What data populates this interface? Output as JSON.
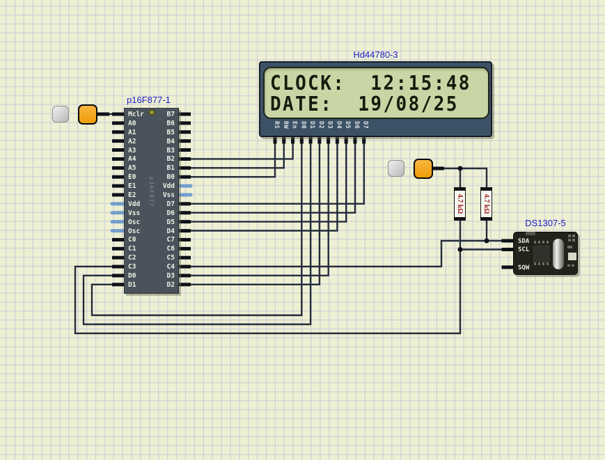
{
  "app": {
    "view": "schematic-canvas"
  },
  "colors": {
    "canvas_background": "#eef0d3",
    "grid_line": "#d3d5d5",
    "wire": "#242c3c",
    "component_ref_text": "#2222cb",
    "power_pin_stub": "#739ecd",
    "terminal_orange": "#f0a312",
    "lcd_body": "#3d5166",
    "lcd_screen": "#c9d5a5",
    "resistor_value_text": "#9e1818"
  },
  "pic": {
    "ref": "p16F877-1",
    "internal_label": "p16F877",
    "left_pins": [
      {
        "label": "Mclr"
      },
      {
        "label": "A0"
      },
      {
        "label": "A1"
      },
      {
        "label": "A2"
      },
      {
        "label": "A3"
      },
      {
        "label": "A4"
      },
      {
        "label": "A5"
      },
      {
        "label": "E0"
      },
      {
        "label": "E1"
      },
      {
        "label": "E2"
      },
      {
        "label": "Vdd",
        "cls": "blue"
      },
      {
        "label": "Vss",
        "cls": "blue"
      },
      {
        "label": "Osc",
        "cls": "blue"
      },
      {
        "label": "Osc",
        "cls": "blue"
      },
      {
        "label": "C0"
      },
      {
        "label": "C1"
      },
      {
        "label": "C2"
      },
      {
        "label": "C3"
      },
      {
        "label": "D0"
      },
      {
        "label": "D1"
      }
    ],
    "right_pins": [
      {
        "label": "B7"
      },
      {
        "label": "B6"
      },
      {
        "label": "B5"
      },
      {
        "label": "B4"
      },
      {
        "label": "B3"
      },
      {
        "label": "B2"
      },
      {
        "label": "B1"
      },
      {
        "label": "B0"
      },
      {
        "label": "Vdd",
        "cls": "blue"
      },
      {
        "label": "Vss",
        "cls": "blue"
      },
      {
        "label": "D7"
      },
      {
        "label": "D6"
      },
      {
        "label": "D5"
      },
      {
        "label": "D4"
      },
      {
        "label": "C7"
      },
      {
        "label": "C6"
      },
      {
        "label": "C5"
      },
      {
        "label": "C4"
      },
      {
        "label": "D3"
      },
      {
        "label": "D2"
      }
    ]
  },
  "lcd": {
    "ref": "Hd44780-3",
    "line1": "CLOCK:  12:15:48",
    "line2": "DATE:  19/08/25",
    "pins": [
      "RS",
      "RW",
      "En",
      "D0",
      "D1",
      "D2",
      "D3",
      "D4",
      "D5",
      "D6",
      "D7"
    ]
  },
  "rtc": {
    "ref": "DS1307-5",
    "pins": [
      "SDA",
      "SCL",
      "SQW"
    ]
  },
  "resistors": [
    {
      "value": "4.7 kΩ"
    },
    {
      "value": "4.7 kΩ"
    }
  ]
}
